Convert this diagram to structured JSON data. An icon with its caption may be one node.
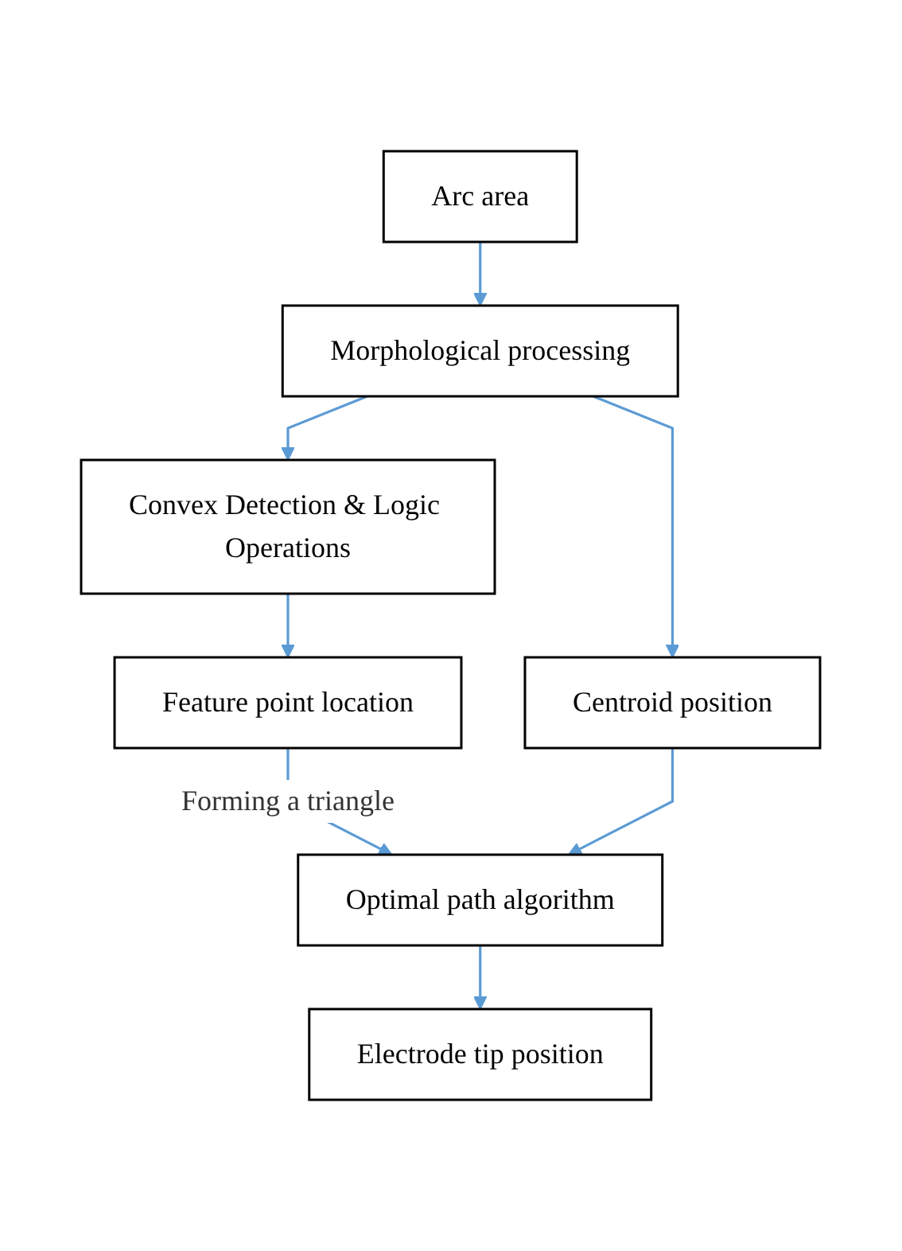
{
  "diagram": {
    "nodes": [
      {
        "text": [
          "Arc area"
        ]
      },
      {
        "text": [
          "Morphological processing"
        ]
      },
      {
        "text": [
          "Convex Detection & Logic Operations"
        ]
      },
      {
        "text": [
          "Centroid position"
        ]
      },
      {
        "text": [
          "Feature point location"
        ]
      },
      {
        "text": [
          "Optimal path algorithm"
        ]
      },
      {
        "text": [
          "Electrode tip position"
        ]
      }
    ],
    "edges": [
      {
        "from": 0,
        "to": 1,
        "arrow": "to"
      },
      {
        "from": 1,
        "to": 2,
        "arrow": "to"
      },
      {
        "from": 1,
        "to": 3,
        "arrow": "to"
      },
      {
        "from": 2,
        "to": 4,
        "arrow": "to"
      },
      {
        "from": 4,
        "to": 5,
        "arrow": "to",
        "label": "Forming a triangle"
      },
      {
        "from": 3,
        "to": 5,
        "arrow": "to"
      },
      {
        "from": 5,
        "to": 6,
        "arrow": "to"
      }
    ]
  }
}
